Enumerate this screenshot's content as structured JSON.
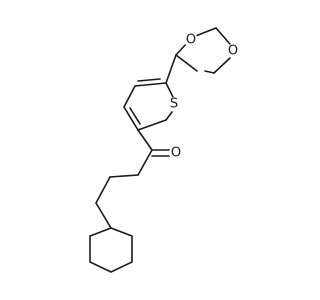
{
  "molecule": {
    "atom_labels": {
      "dioxolane_oxygen_left": "O",
      "dioxolane_oxygen_right": "O",
      "thiophene_sulfur": "S",
      "carbonyl_oxygen": "O"
    }
  }
}
